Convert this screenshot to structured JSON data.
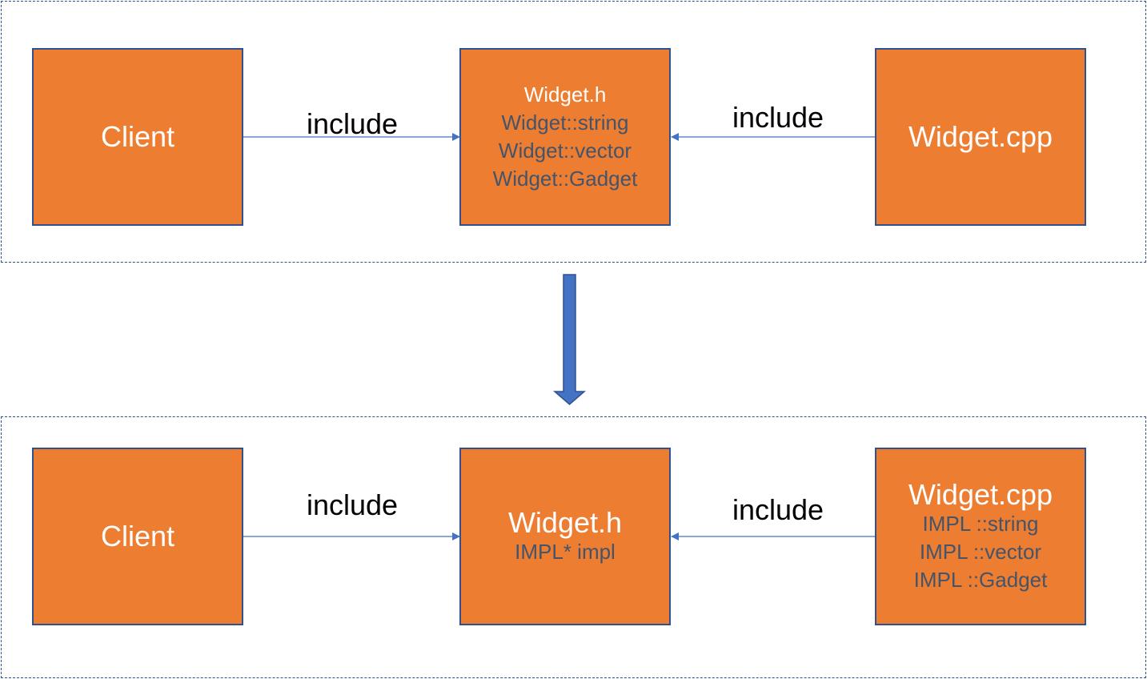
{
  "top_panel": {
    "client": {
      "title": "Client"
    },
    "header": {
      "lines": [
        "Widget.h",
        "Widget::string",
        "Widget::vector",
        "Widget::Gadget"
      ]
    },
    "source": {
      "title": "Widget.cpp"
    },
    "left_edge_label": "include",
    "right_edge_label": "include"
  },
  "bottom_panel": {
    "client": {
      "title": "Client"
    },
    "header": {
      "title": "Widget.h",
      "lines": [
        "IMPL* impl"
      ]
    },
    "source": {
      "title": "Widget.cpp",
      "lines": [
        "IMPL ::string",
        "IMPL ::vector",
        "IMPL ::Gadget"
      ]
    },
    "left_edge_label": "include",
    "right_edge_label": "include"
  },
  "colors": {
    "box_fill": "#ed7d31",
    "box_border": "#2f528f",
    "arrow": "#4472c4",
    "sub_text": "#44546a"
  }
}
